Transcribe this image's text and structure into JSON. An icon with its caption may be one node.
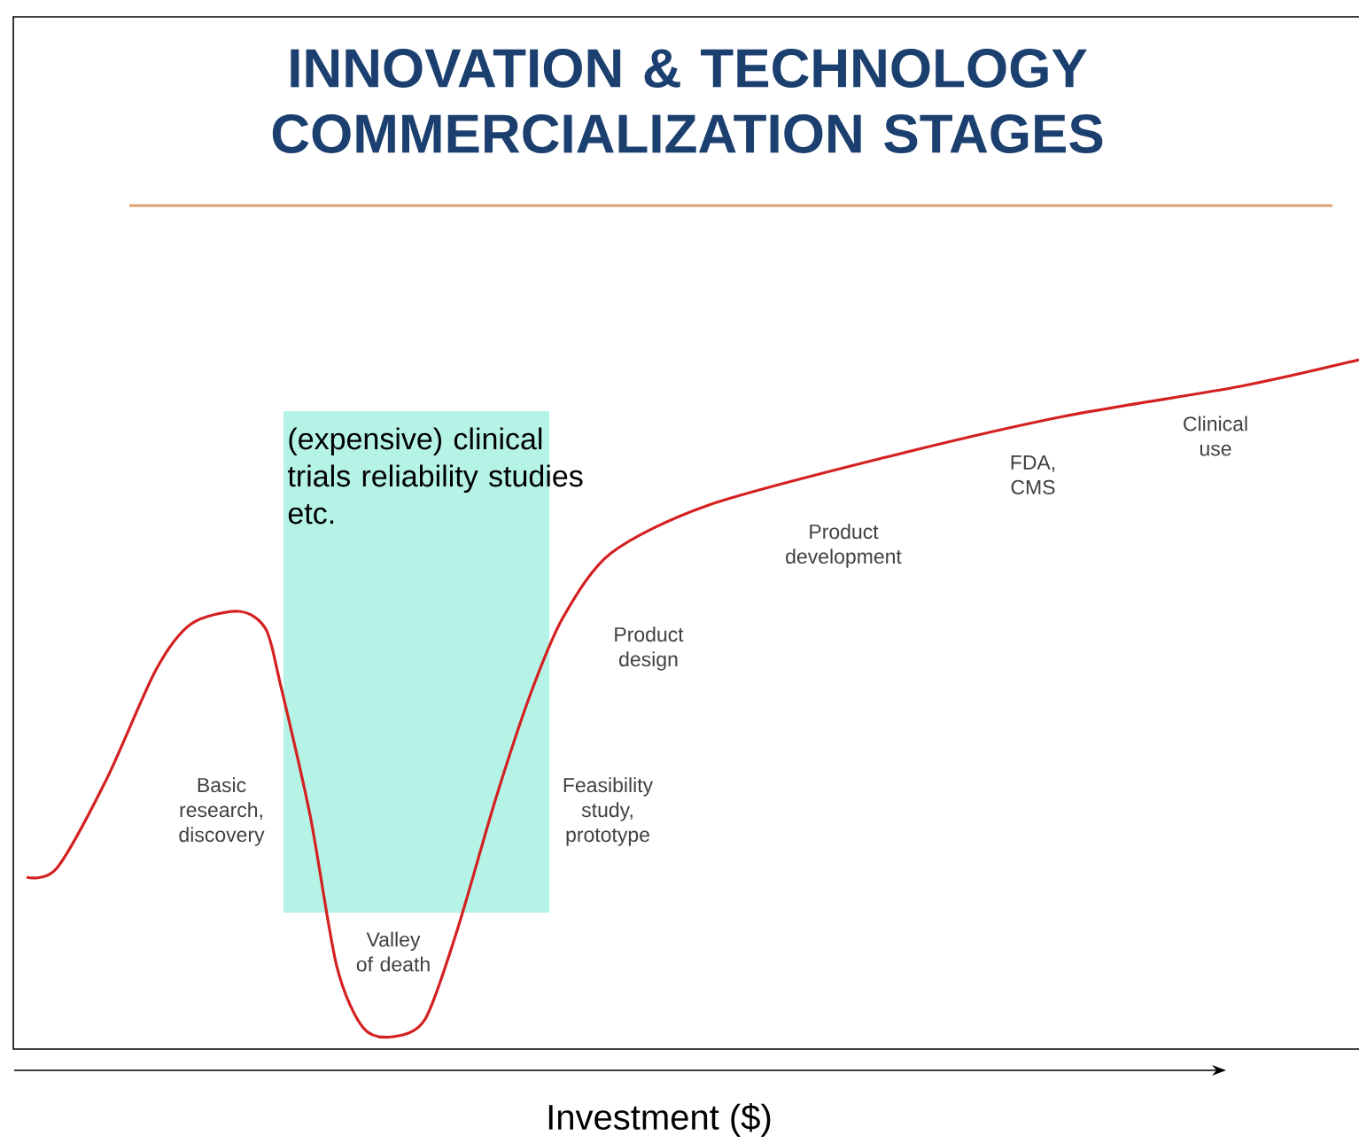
{
  "diagram": {
    "title": "INNOVATION & TECHNOLOGY COMMERCIALIZATION STAGES",
    "nodes": [
      {
        "text": [
          "(expensive) clinical trials reliability studies etc."
        ]
      }
    ],
    "labels": [
      "Clinical use",
      "FDA, CMS",
      "Product development",
      "Product design",
      "Basic research, discovery",
      "Feasibility study, prototype",
      "Valley of death",
      "Investment ($)"
    ]
  }
}
